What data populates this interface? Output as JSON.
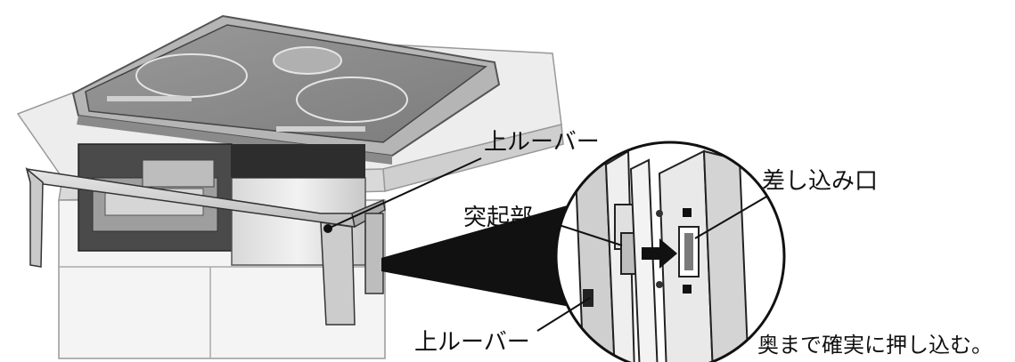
{
  "labels": {
    "upper_louver_top": "上ルーバー",
    "insertion_slot": "差し込み口",
    "protrusion": "突起部",
    "upper_louver_bottom": "上ルーバー",
    "instruction": "奥まで確実に押し込む。"
  }
}
